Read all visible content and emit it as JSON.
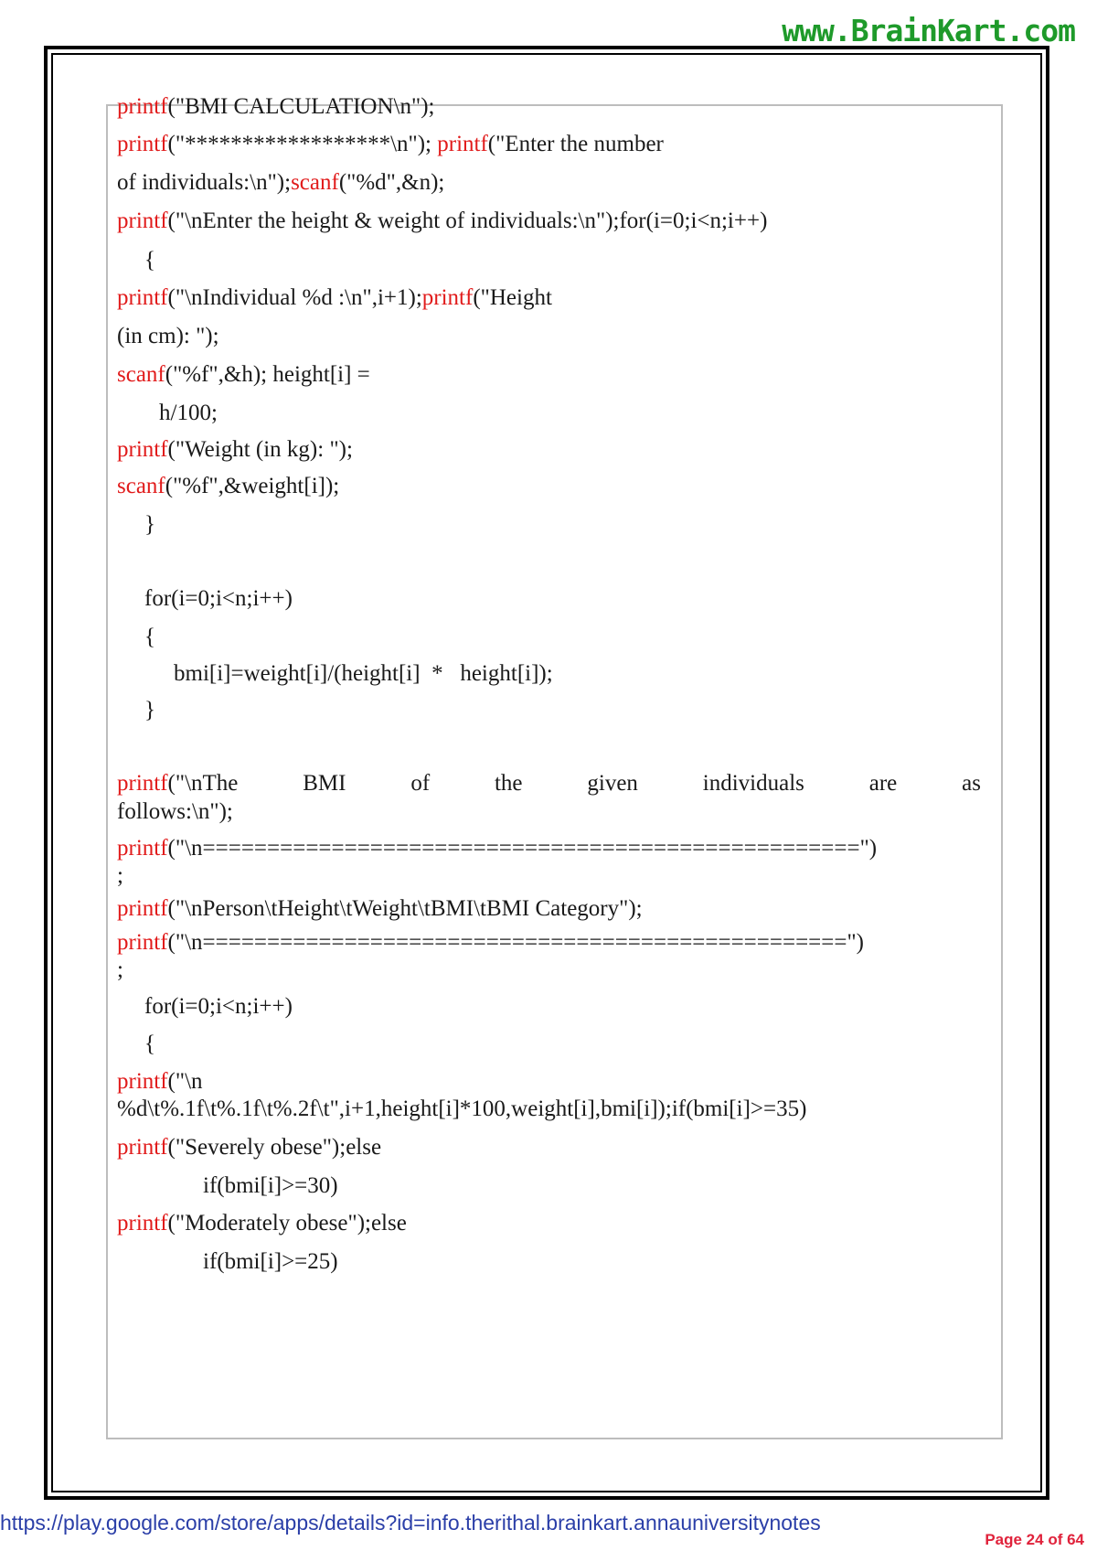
{
  "header": {
    "site": "www.BrainKart.com"
  },
  "code": {
    "l1_fn": "printf",
    "l1_rest": "(\"BMI CALCULATION\\n\");",
    "l2_fn": "printf",
    "l2_mid": "(\"******************\\n\"); ",
    "l2_fn2": "printf",
    "l2_rest": "(\"Enter the number",
    "l3_a": "of individuals:\\n\");",
    "l3_fn": "scanf",
    "l3_rest": "(\"%d\",&n);",
    "l4_fn": "printf",
    "l4_rest": "(\"\\nEnter the height & weight of individuals:\\n\");for(i=0;i<n;i++)",
    "l5": "{",
    "l6_fn": "printf",
    "l6_mid": "(\"\\nIndividual %d :\\n\",i+1);",
    "l6_fn2": "printf",
    "l6_rest": "(\"Height",
    "l7": "(in cm): \");",
    "l8_fn": "scanf",
    "l8_rest": "(\"%f\",&h); height[i] =",
    "l9": "h/100;",
    "l10_fn": "printf",
    "l10_rest": "(\"Weight (in kg): \");",
    "l11_fn": "scanf",
    "l11_rest": "(\"%f\",&weight[i]);",
    "l12": "}",
    "l13": "for(i=0;i<n;i++)",
    "l14": "{",
    "l15": "bmi[i]=weight[i]/(height[i]  *   height[i]);",
    "l16": "}",
    "l17_fn": "printf",
    "l17_words": [
      "(\"\\nThe",
      "BMI",
      "of",
      "the",
      "given",
      "individuals",
      "are",
      "as"
    ],
    "l18": "follows:\\n\");",
    "l19_fn": "printf",
    "l19_rest": "(\"\\n===================================================\")",
    "l20": ";",
    "l21_fn": "printf",
    "l21_rest": "(\"\\nPerson\\tHeight\\tWeight\\tBMI\\tBMI Category\");",
    "l22_fn": "printf",
    "l22_rest": "(\"\\n==================================================\")",
    "l23": ";",
    "l24": "for(i=0;i<n;i++)",
    "l25": "{",
    "l26_fn": "printf",
    "l26_rest": "(\"\\n",
    "l27": "%d\\t%.1f\\t%.1f\\t%.2f\\t\",i+1,height[i]*100,weight[i],bmi[i]);if(bmi[i]>=35)",
    "l28_fn": "printf",
    "l28_rest": "(\"Severely obese\");else",
    "l29": "if(bmi[i]>=30)",
    "l30_fn": "printf",
    "l30_rest": "(\"Moderately obese\");else",
    "l31": "if(bmi[i]>=25)"
  },
  "footer": {
    "url": "https://play.google.com/store/apps/details?id=info.therithal.brainkart.annauniversitynotes",
    "page": "Page 24 of 64"
  }
}
